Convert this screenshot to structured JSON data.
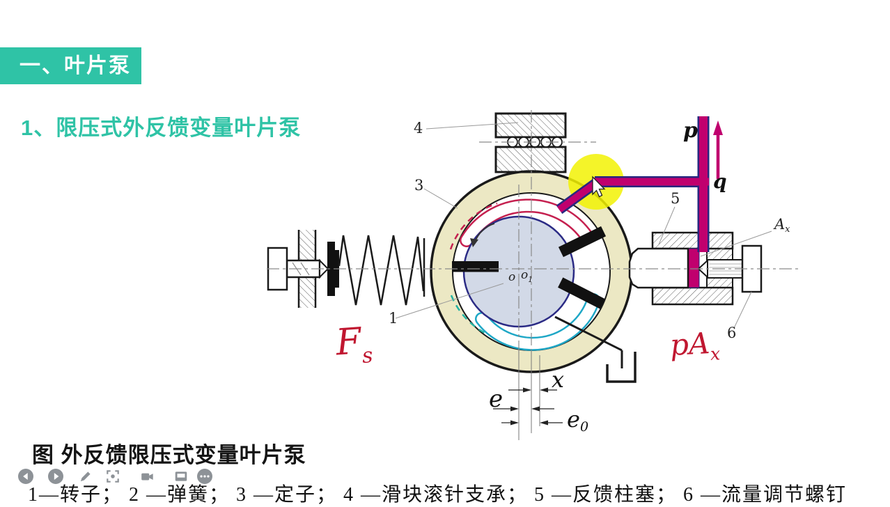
{
  "header": {
    "badge": "一、叶片泵",
    "subtitle": "1、限压式外反馈变量叶片泵"
  },
  "figure": {
    "caption": "图 外反馈限压式变量叶片泵",
    "legend": "1—转子； 2 —弹簧； 3 —定子； 4 —滑块滚针支承； 5 —反馈柱塞； 6 —流量调节螺钉"
  },
  "diagram": {
    "part_numbers": {
      "rotor": "1",
      "stator": "3",
      "slide_block": "4",
      "feedback_piston": "5",
      "adjust_screw": "6"
    },
    "symbols": {
      "pressure": "p",
      "flow": "q",
      "displacement": "x",
      "eccentricity": "e",
      "eccentricity0_base": "e",
      "eccentricity0_sub": "0",
      "area_base": "A",
      "area_sub": "x",
      "center_o": "o",
      "center_o1_base": "o",
      "center_o1_sub": "1"
    },
    "handwritten": {
      "spring_force_base": "F",
      "spring_force_sub": "s",
      "pressure_force_base": "pA",
      "pressure_force_sub": "x"
    }
  },
  "colors": {
    "accent_teal": "#2fc3a6",
    "stator_fill": "#ece8c4",
    "rotor_fill": "#d2d9e7",
    "rotor_stroke": "#2b2b85",
    "discharge_port": "#c5204f",
    "suction_port": "#1ea7c6",
    "suction_dashed": "#24b3a3",
    "pipe_fill": "#c0006e",
    "pipe_edge": "#282880",
    "highlight_yellow": "#f2f203",
    "handwriting_red": "#c01730",
    "line_black": "#1a1a1a",
    "toolbar_gray": "#8d9297"
  },
  "toolbar": {
    "icons": [
      "prev-icon",
      "play-icon",
      "pen-icon",
      "capture-icon",
      "camera-icon",
      "screen-icon",
      "more-icon"
    ]
  }
}
